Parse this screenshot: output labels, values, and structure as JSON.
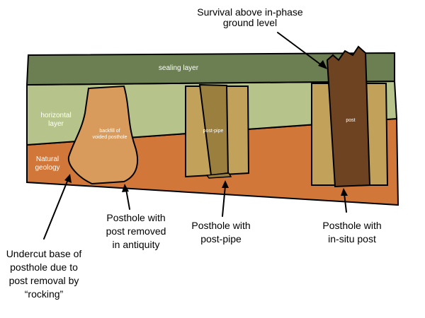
{
  "labels": {
    "sealing_layer": "sealing layer",
    "horizontal_layer": [
      "horizontal",
      "layer"
    ],
    "natural_geology": [
      "Natural",
      "geology"
    ],
    "backfill": [
      "backfill of",
      "voided posthole"
    ],
    "post_pipe": "post-pipe",
    "post": "post"
  },
  "callouts": {
    "survival": [
      "Survival above in-phase",
      "ground level"
    ],
    "undercut": [
      "Undercut base of",
      "posthole due to",
      "post removal by",
      "“rocking”"
    ],
    "removed": [
      "Posthole with",
      "post removed",
      "in antiquity"
    ],
    "post_pipe": [
      "Posthole with",
      "post-pipe"
    ],
    "in_situ": [
      "Posthole with",
      "in-situ post"
    ]
  },
  "colors": {
    "sealing": "#6b7f52",
    "horizontal": "#b6c48b",
    "geology": "#d2773a",
    "backfill": "#d89b5c",
    "fill_light": "#c2a25a",
    "post_pipe": "#9a7f3f",
    "post": "#6e4322"
  }
}
